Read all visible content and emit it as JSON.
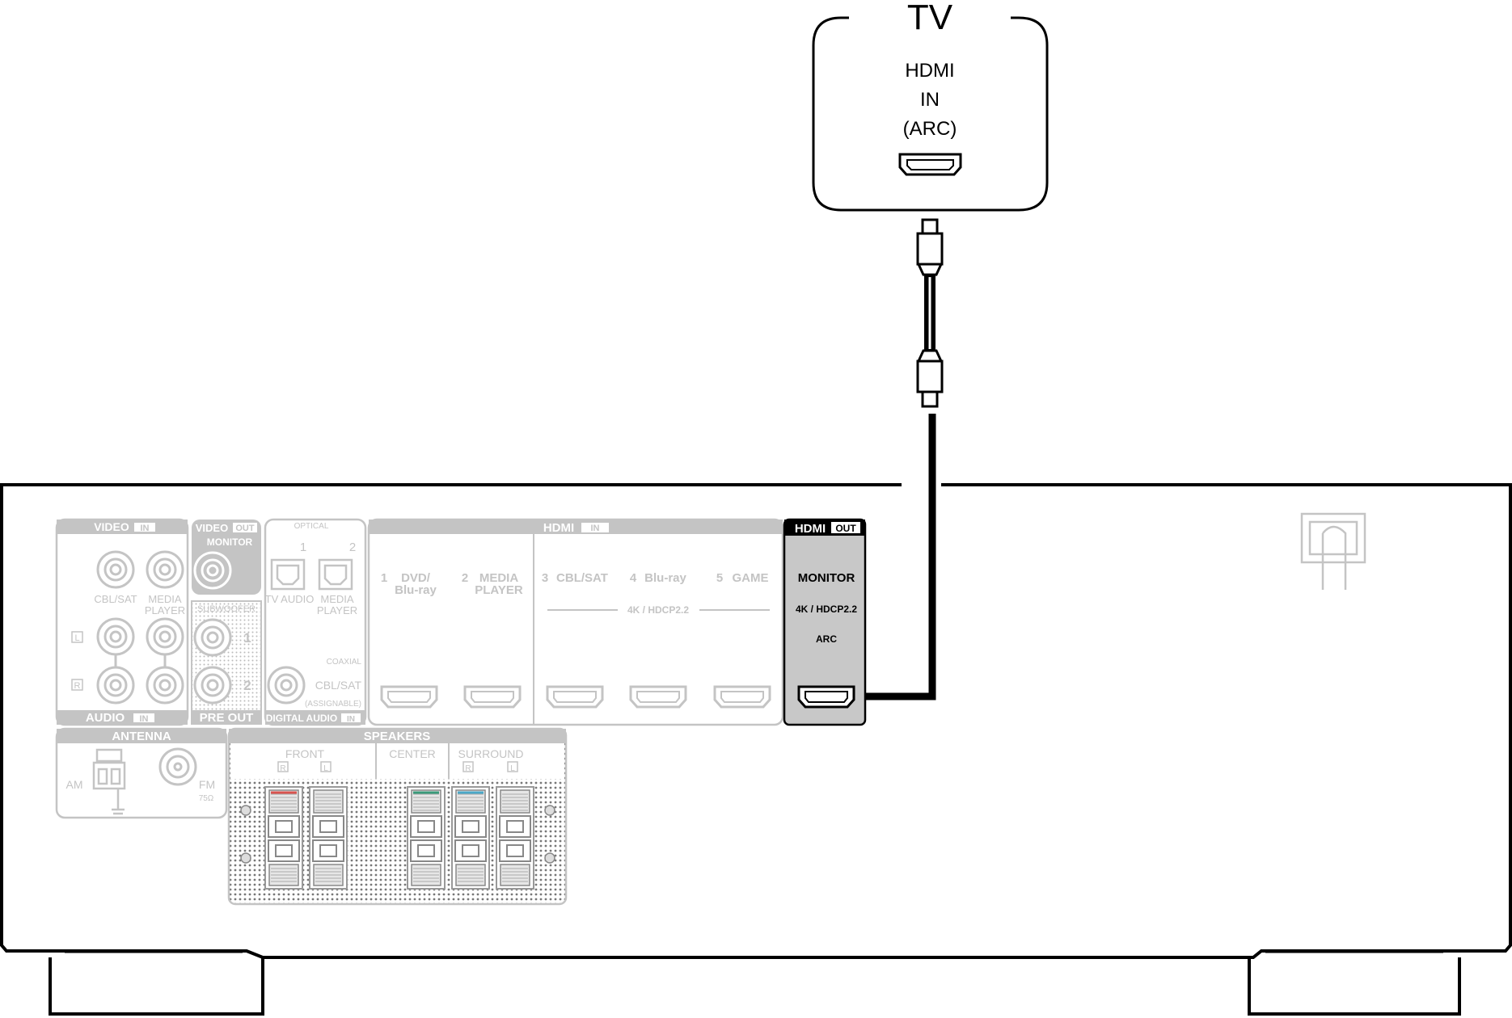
{
  "tv": {
    "title": "TV",
    "port_line1": "HDMI",
    "port_line2": "IN",
    "port_line3": "(ARC)"
  },
  "receiver": {
    "video_in": {
      "title": "VIDEO",
      "badge": "IN",
      "cbl_sat": "CBL/SAT",
      "media1": "MEDIA",
      "media2": "PLAYER",
      "l": "L",
      "r": "R"
    },
    "audio_in": {
      "title": "AUDIO",
      "badge": "IN"
    },
    "video_out": {
      "title": "VIDEO",
      "badge": "OUT",
      "monitor": "MONITOR"
    },
    "subwoofer": {
      "title": "SUBWOOFER",
      "n1": "1",
      "n2": "2"
    },
    "pre_out": {
      "title": "PRE OUT"
    },
    "optical": {
      "title": "OPTICAL",
      "n1": "1",
      "n2": "2",
      "tv_audio": "TV AUDIO",
      "media1": "MEDIA",
      "media2": "PLAYER"
    },
    "coaxial": {
      "title": "COAXIAL",
      "cbl_sat": "CBL/SAT",
      "assignable": "(ASSIGNABLE)"
    },
    "digital_audio_in": {
      "title": "DIGITAL AUDIO",
      "badge": "IN"
    },
    "hdmi_in": {
      "title": "HDMI",
      "badge": "IN",
      "inputs": [
        {
          "num": "1",
          "line1": "DVD/",
          "line2": "Blu-ray"
        },
        {
          "num": "2",
          "line1": "MEDIA",
          "line2": "PLAYER"
        },
        {
          "num": "3",
          "line1": "CBL/SAT",
          "line2": ""
        },
        {
          "num": "4",
          "line1": "Blu-ray",
          "line2": ""
        },
        {
          "num": "5",
          "line1": "GAME",
          "line2": ""
        }
      ],
      "hdcp": "4K / HDCP2.2"
    },
    "hdmi_out": {
      "title": "HDMI",
      "badge": "OUT",
      "monitor": "MONITOR",
      "hdcp": "4K / HDCP2.2",
      "arc": "ARC"
    },
    "antenna": {
      "title": "ANTENNA",
      "am": "AM",
      "fm": "FM",
      "ohm": "75Ω"
    },
    "speakers": {
      "title": "SPEAKERS",
      "front": "FRONT",
      "center": "CENTER",
      "surround": "SURROUND",
      "r": "R",
      "l": "L"
    }
  },
  "colors": {
    "line": "#000000",
    "faded": "#c4c4c4",
    "highlight_panel": "#c8c8c8",
    "front_r": "#d9534f",
    "center": "#3a9a7a",
    "surround_r": "#4aa8c8"
  }
}
